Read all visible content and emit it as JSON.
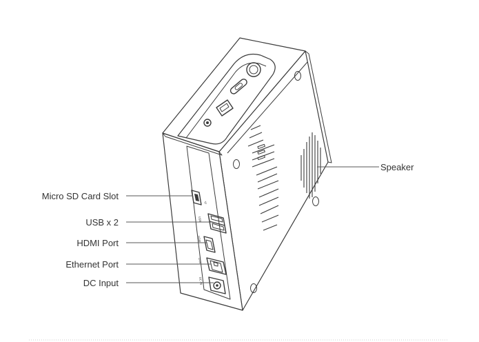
{
  "labels": {
    "speaker": "Speaker",
    "micro_sd": "Micro SD Card Slot",
    "usb": "USB x 2",
    "hdmi": "HDMI Port",
    "ethernet": "Ethernet Port",
    "dc": "DC Input"
  },
  "port_markings": {
    "tf": "TF",
    "usb": "USB",
    "hdmi": "HDMI",
    "lan": "LAN",
    "dc": "DC-IN"
  }
}
